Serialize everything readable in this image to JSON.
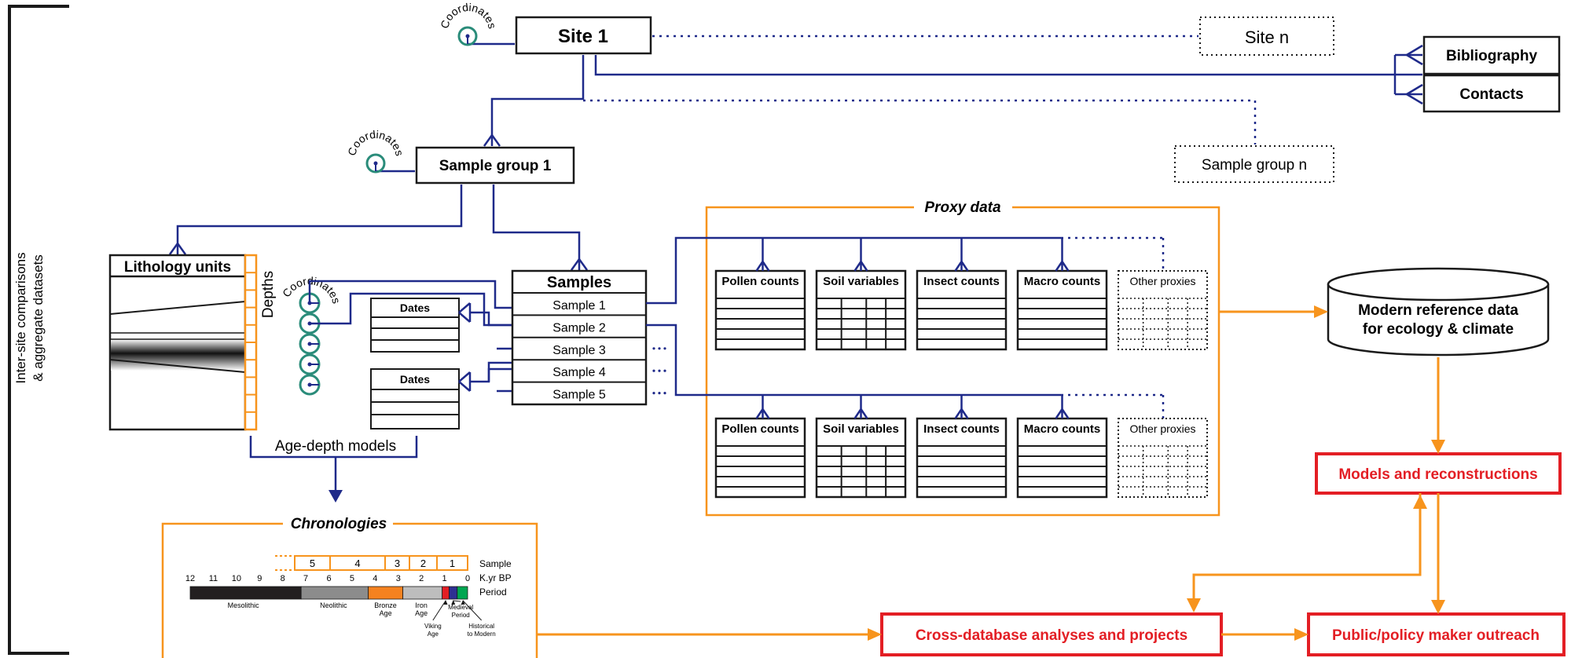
{
  "side_label": {
    "line1": "Inter-site comparisons",
    "line2": "& aggregate datasets"
  },
  "coordinates_label": "Coordinates",
  "site1": "Site 1",
  "site_n": "Site n",
  "bibliography": "Bibliography",
  "contacts": "Contacts",
  "sample_group_1": "Sample group 1",
  "sample_group_n": "Sample group n",
  "lithology_units": "Lithology units",
  "depths": "Depths",
  "age_depth_models": "Age-depth models",
  "dates": "Dates",
  "samples_header": "Samples",
  "samples": [
    "Sample 1",
    "Sample 2",
    "Sample 3",
    "Sample 4",
    "Sample 5"
  ],
  "proxy_data_title": "Proxy data",
  "proxy_tables": [
    "Pollen counts",
    "Soil variables",
    "Insect counts",
    "Macro counts",
    "Other proxies"
  ],
  "modern_reference": {
    "line1": "Modern reference data",
    "line2": "for ecology & climate"
  },
  "models_reconstructions": "Models and reconstructions",
  "cross_database": "Cross-database analyses and projects",
  "public_outreach": "Public/policy maker outreach",
  "chronologies_title": "Chronologies",
  "chronology": {
    "sample_numbers": [
      "5",
      "4",
      "3",
      "2",
      "1"
    ],
    "row_labels": [
      "Sample",
      "K.yr BP",
      "Period"
    ],
    "kyr_ticks": [
      "12",
      "11",
      "10",
      "9",
      "8",
      "7",
      "6",
      "5",
      "4",
      "3",
      "2",
      "1",
      "0"
    ],
    "periods": [
      "Mesolithic",
      "Neolithic",
      "Bronze Age",
      "Iron Age",
      "Viking Age",
      "Medieval Period",
      "Historical to Modern"
    ],
    "period_colors": {
      "Mesolithic": "#231f20",
      "Neolithic": "#8c8c8c",
      "Bronze Age": "#f58220",
      "Iron Age": "#bdbdbd",
      "Viking Age": "#e31e24",
      "Medieval Period": "#2e3192",
      "Historical to Modern": "#00a651"
    }
  },
  "colors": {
    "navy": "#1f2a8a",
    "orange": "#f7941d",
    "red": "#e31e24",
    "teal": "#2a8c7a",
    "black": "#1a1a1a"
  }
}
